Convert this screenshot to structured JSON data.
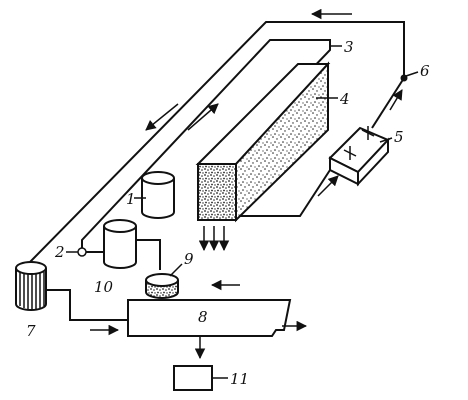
{
  "labels": {
    "n1": "1",
    "n2": "2",
    "n3": "3",
    "n4": "4",
    "n5": "5",
    "n6": "6",
    "n7": "7",
    "n8": "8",
    "n9": "9",
    "n10": "10",
    "n11": "11"
  },
  "colors": {
    "ink": "#111111",
    "background": "#ffffff"
  }
}
